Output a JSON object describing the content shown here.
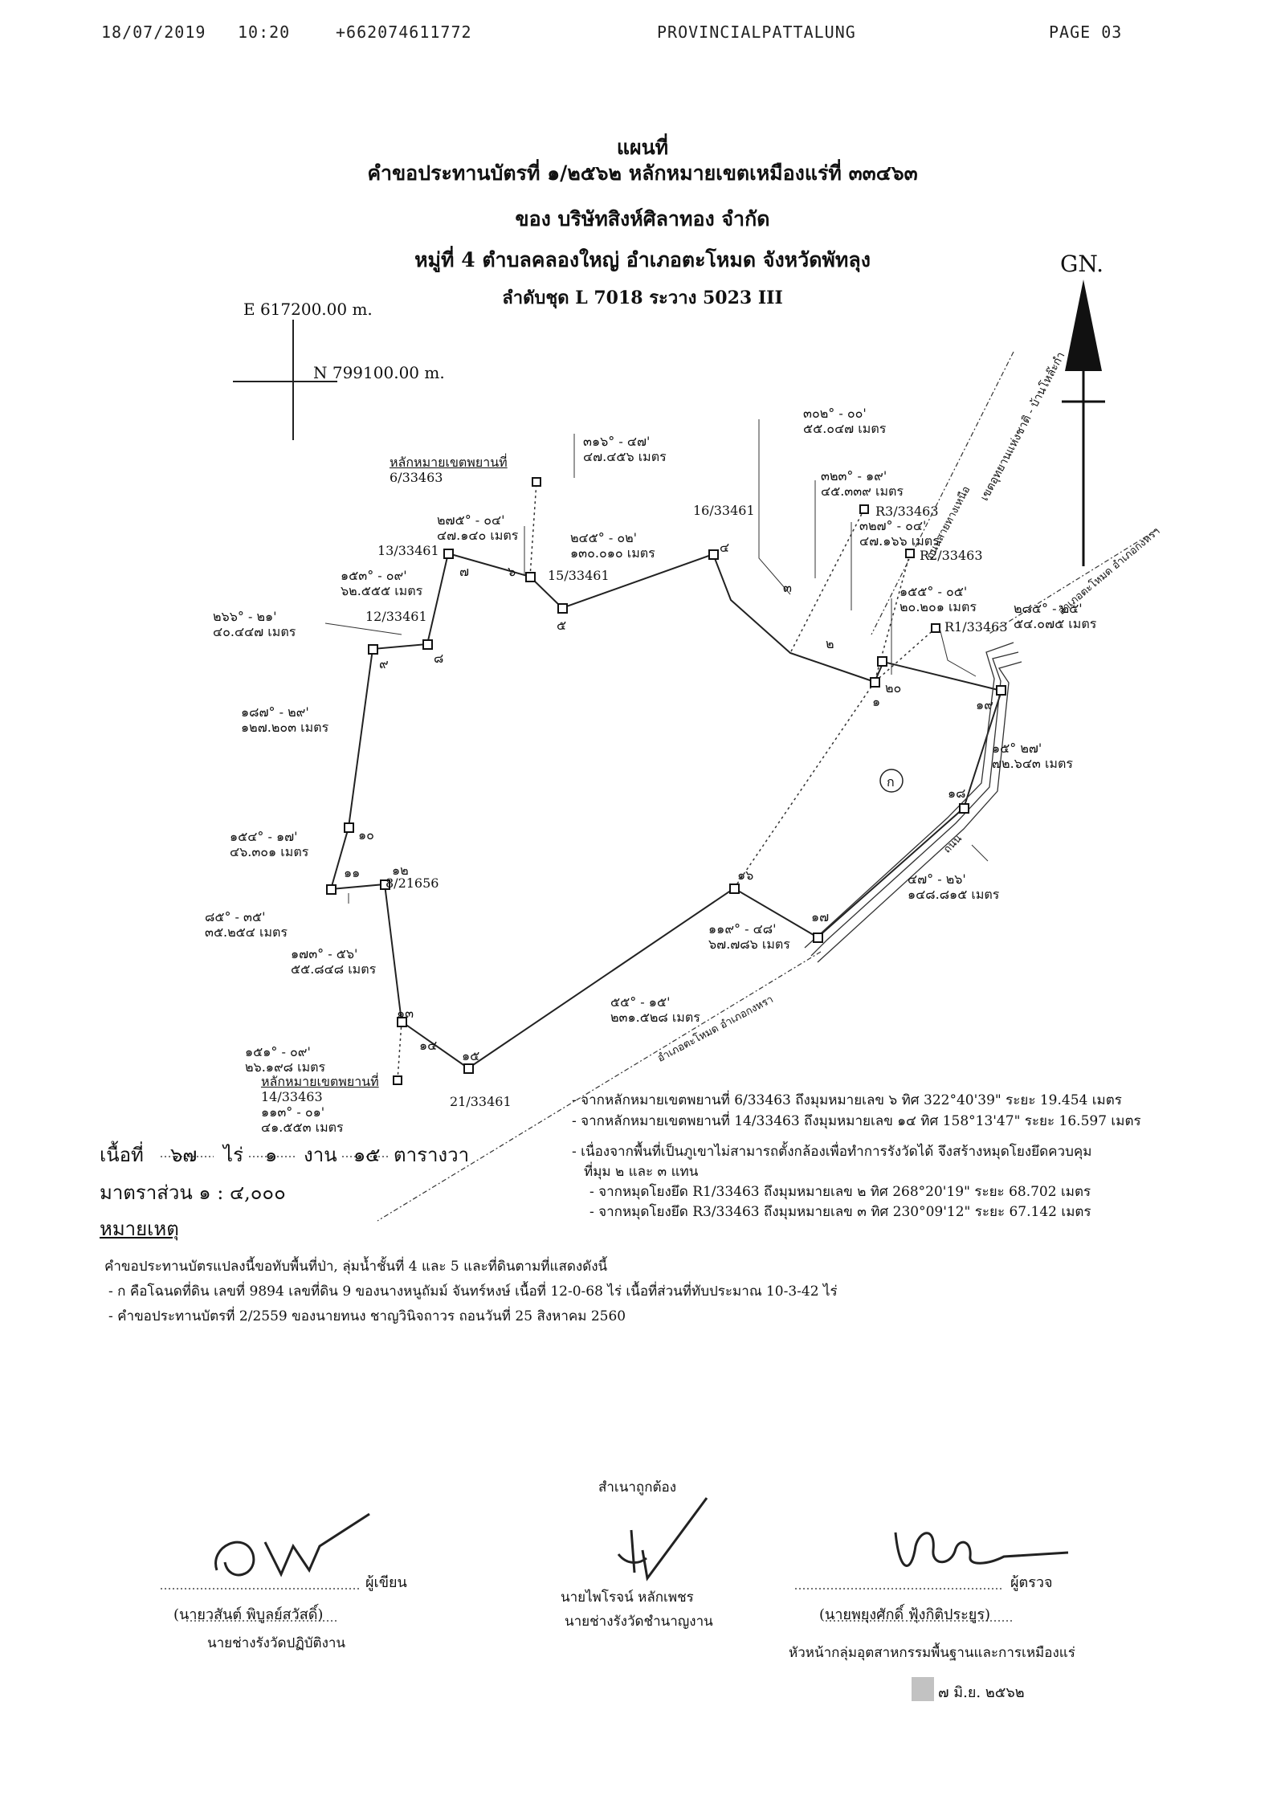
{
  "fax_header": {
    "date": "18/07/2019",
    "time": "10:20",
    "phone": "+662074611772",
    "sender": "PROVINCIALPATTALUNG",
    "page": "PAGE  03"
  },
  "title": {
    "line1": "แผนที่",
    "line2": "คำขอประทานบัตรที่ ๑/๒๕๖๒ หลักหมายเขตเหมืองแร่ที่ ๓๓๔๖๓",
    "line3": "ของ บริษัทสิงห์ศิลาทอง จำกัด",
    "line4": "หมู่ที่ 4 ตำบลคลองใหญ่ อำเภอตะโหมด จังหวัดพัทลุง",
    "line5": "ลำดับชุด L 7018 ระวาง 5023 III"
  },
  "north_arrow": {
    "label": "GN."
  },
  "grid_reference": {
    "easting": "E 617200.00 m.",
    "northing": "N 799100.00 m."
  },
  "witness_marks": {
    "mark_6": {
      "label": "หลักหมายเขตพยานที่",
      "code": "6/33463"
    },
    "mark_14": {
      "label": "หลักหมายเขตพยานที่",
      "code": "14/33463"
    }
  },
  "point_codes": {
    "p13": "13/33461",
    "p12": "12/33461",
    "p15": "15/33461",
    "p16": "16/33461",
    "r3": "R3/33463",
    "r2": "R2/33463",
    "r1": "R1/33463",
    "p8": "8/21656",
    "p21": "21/33461"
  },
  "vertex_numbers": [
    "๑",
    "๒",
    "๓",
    "๔",
    "๕",
    "๖",
    "๗",
    "๘",
    "๙",
    "๑๐",
    "๑๑",
    "๑๒",
    "๑๓",
    "๑๔",
    "๑๕",
    "๑๖",
    "๑๗",
    "๑๘",
    "๑๙",
    "๒๐"
  ],
  "parcel_label": "ก",
  "bearings": [
    {
      "angle": "๓๐๒° - ๐๐'",
      "distance": "๕๕.๐๔๗ เมตร"
    },
    {
      "angle": "๓๑๖° - ๔๗'",
      "distance": "๔๗.๔๕๖ เมตร"
    },
    {
      "angle": "๓๒๓° - ๑๙'",
      "distance": "๔๕.๓๓๙ เมตร"
    },
    {
      "angle": "๓๒๗° - ๐๔'",
      "distance": "๔๗.๑๖๖ เมตร"
    },
    {
      "angle": "๒๗๕° - ๐๔'",
      "distance": "๔๗.๑๔๐ เมตร"
    },
    {
      "angle": "๒๔๕° - ๐๒'",
      "distance": "๑๓๐.๐๑๐ เมตร"
    },
    {
      "angle": "๑๕๓° - ๐๙'",
      "distance": "๖๒.๕๕๕ เมตร"
    },
    {
      "angle": "๑๕๕° - ๐๕'",
      "distance": "๒๐.๒๐๑ เมตร"
    },
    {
      "angle": "๒๖๖° - ๒๑'",
      "distance": "๔๐.๔๔๗ เมตร"
    },
    {
      "angle": "๒๘๕° - ๒๕'",
      "distance": "๕๔.๐๗๕ เมตร"
    },
    {
      "angle": "๑๘๗° - ๒๙'",
      "distance": "๑๒๗.๒๐๓ เมตร"
    },
    {
      "angle": "๑๕° ๒๗'",
      "distance": "๗๒.๖๔๓ เมตร"
    },
    {
      "angle": "๑๕๔° - ๑๗'",
      "distance": "๔๖.๓๐๑ เมตร"
    },
    {
      "angle": "๘๕° - ๓๕'",
      "distance": "๓๕.๒๕๔ เมตร"
    },
    {
      "angle": "๔๗° - ๒๖'",
      "distance": "๑๔๘.๘๑๕ เมตร"
    },
    {
      "angle": "๑๗๓° - ๕๖'",
      "distance": "๕๕.๘๔๘ เมตร"
    },
    {
      "angle": "๑๑๙° - ๔๘'",
      "distance": "๖๗.๗๘๖ เมตร"
    },
    {
      "angle": "๕๕° - ๑๕'",
      "distance": "๒๓๑.๕๒๘ เมตร"
    },
    {
      "angle": "๑๕๑° - ๐๙'",
      "distance": "๒๖.๑๙๘ เมตร"
    },
    {
      "angle": "๑๑๓° - ๐๑'",
      "distance": "๔๑.๕๕๓ เมตร"
    }
  ],
  "boundary_labels": {
    "top": "เขตอุทยานแห่งชาติ - บ้านโหล๊ะกำ",
    "east_road": "ถนนสายทางเหนือ",
    "east_upper": "อำเภอตะโหมด อำเภอกงหรา",
    "south": "อำเภอตะโหมด อำเภอกงหรา",
    "road": "ถนน"
  },
  "notes": {
    "witness1": "- จากหลักหมายเขตพยานที่ 6/33463 ถึงมุมหมายเลข ๖ ทิศ 322°40'39\" ระยะ 19.454 เมตร",
    "witness2": "- จากหลักหมายเขตพยานที่ 14/33463 ถึงมุมหมายเลข ๑๔ ทิศ 158°13'47\" ระยะ 16.597 เมตร",
    "ref_intro1": "- เนื่องจากพื้นที่เป็นภูเขาไม่สามารถตั้งกล้องเพื่อทำการรังวัดได้ จึงสร้างหมุดโยงยึดควบคุม",
    "ref_intro2": "ที่มุม ๒ และ ๓ แทน",
    "ref1": "- จากหมุดโยงยึด R1/33463 ถึงมุมหมายเลข ๒ ทิศ 268°20'19\" ระยะ 68.702 เมตร",
    "ref2": "- จากหมุดโยงยึด R3/33463 ถึงมุมหมายเลข ๓ ทิศ 230°09'12\" ระยะ 67.142 เมตร"
  },
  "area": {
    "label": "เนื้อที่",
    "rai": "๖๗",
    "rai_unit": "ไร่",
    "ngan": "๑",
    "ngan_unit": "งาน",
    "wa": "๑๕",
    "wa_unit": "ตารางวา"
  },
  "scale": "มาตราส่วน ๑ : ๔,๐๐๐",
  "remarks": {
    "heading": "หมายเหตุ",
    "line1": "คำขอประทานบัตรแปลงนี้ขอทับพื้นที่ป่า, ลุ่มน้ำชั้นที่ 4 และ 5 และที่ดินตามที่แสดงดังนี้",
    "line2": "- ก คือโฉนดที่ดิน เลขที่ 9894 เลขที่ดิน 9 ของนางหนูถัมม์ จันทร์หงษ์ เนื้อที่ 12-0-68 ไร่ เนื้อที่ส่วนที่ทับประมาณ 10-3-42 ไร่",
    "line3": "- คำขอประทานบัตรที่ 2/2559 ของนายทนง ชาญวินิจถาวร ถอนวันที่ 25 สิงหาคม 2560"
  },
  "certified": "สำเนาถูกต้อง",
  "signatures": {
    "left": {
      "role": "ผู้เขียน",
      "name": "(นายวสันต์  พิบูลย์สวัสดิ์)",
      "position": "นายช่างรังวัดปฏิบัติงาน"
    },
    "middle": {
      "name": "นายไพโรจน์  หลักเพชร",
      "position": "นายช่างรังวัดชำนาญงาน"
    },
    "right": {
      "role": "ผู้ตรวจ",
      "name": "(นายพยุงศักดิ์  ฟุ้งกิติประยูร)",
      "position": "หัวหน้ากลุ่มอุตสาหกรรมพื้นฐานและการเหมืองแร่",
      "date": "๗ มิ.ย. ๒๕๖๒"
    }
  }
}
